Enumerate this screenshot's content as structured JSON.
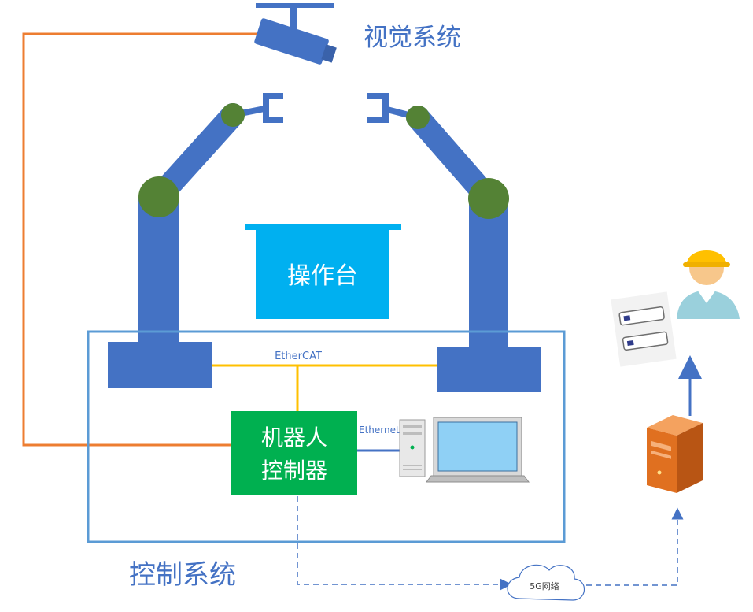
{
  "labels": {
    "vision_system": "视觉系统",
    "workbench": "操作台",
    "controller_line1": "机器人",
    "controller_line2": "控制器",
    "control_system": "控制系统",
    "ethercat": "EtherCAT",
    "ethernet": "Ethernet",
    "network": "5G网络"
  },
  "colors": {
    "arm_blue": "#4472c4",
    "joint_green": "#548235",
    "workbench_cyan": "#00b0f0",
    "controller_green": "#00b050",
    "control_frame": "#5b9bd5",
    "ethercat_line": "#ffc000",
    "vision_line": "#ed7d31",
    "title_blue": "#4472c4",
    "server_orange": "#e07020"
  },
  "icons": {
    "camera": "security-camera-icon",
    "pc": "desktop-computer-icon",
    "server": "server-icon",
    "worker": "worker-with-helmet-icon",
    "devices": "handheld-devices-icon",
    "cloud": "cloud-icon"
  }
}
